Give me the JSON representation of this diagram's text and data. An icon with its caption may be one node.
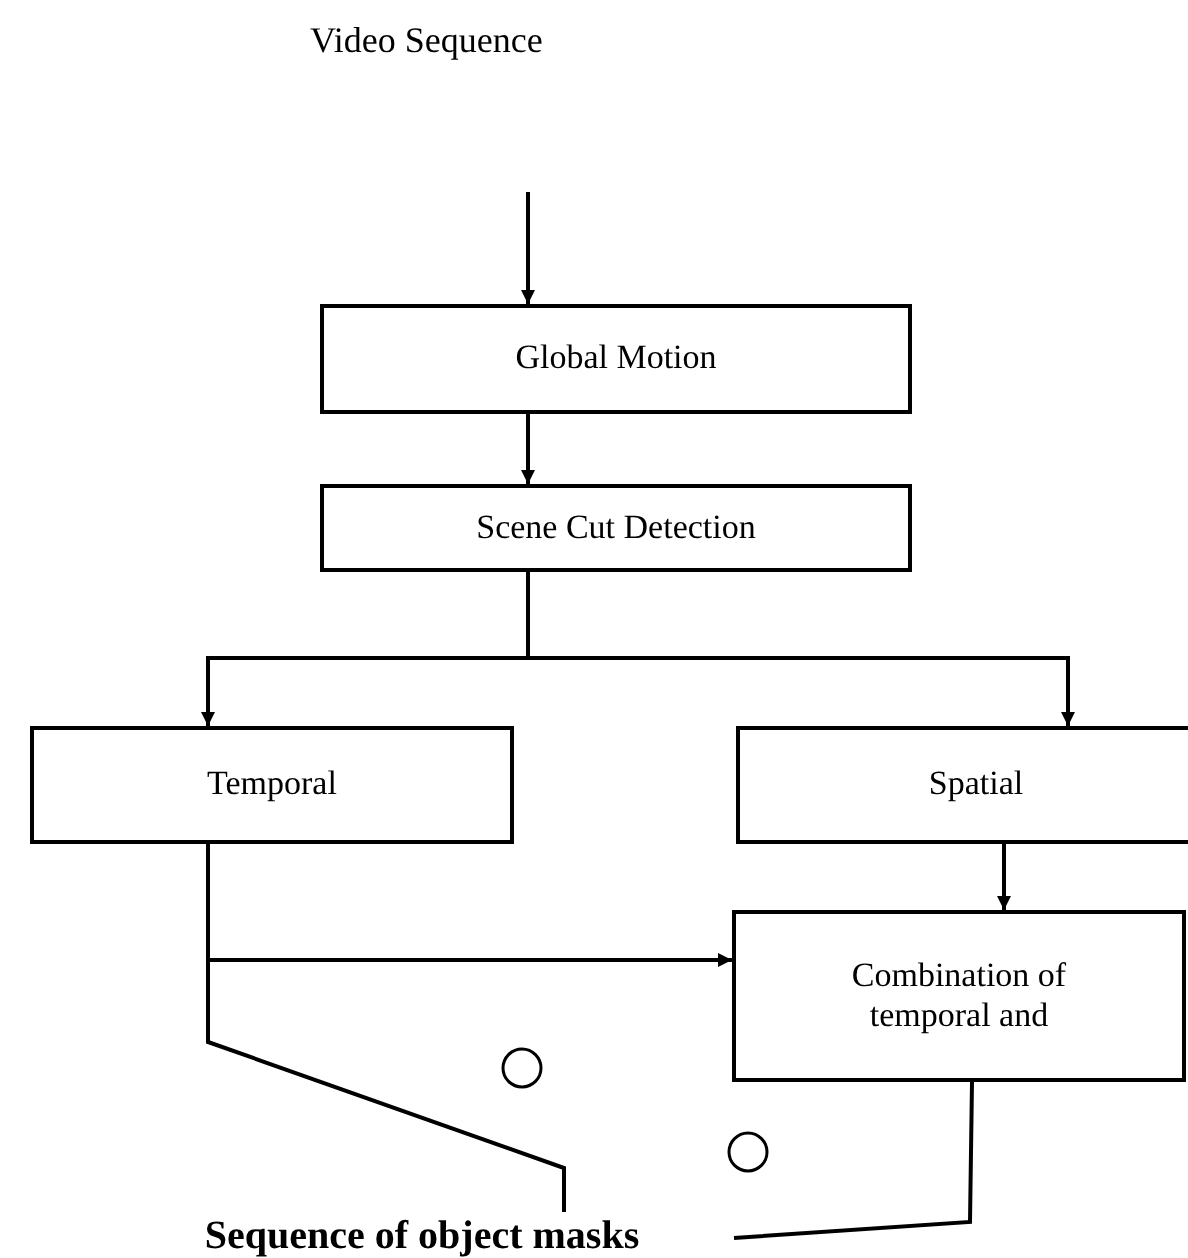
{
  "diagram": {
    "title": "Video Sequence",
    "nodes": [
      {
        "text": [
          "Global Motion"
        ]
      },
      {
        "text": [
          "Scene Cut Detection"
        ]
      },
      {
        "text": [
          "Temporal"
        ]
      },
      {
        "text": [
          "Spatial"
        ]
      },
      {
        "text": [
          "Combination of temporal and"
        ]
      },
      {
        "text": [
          "Sequence of object masks"
        ]
      }
    ],
    "edges": [
      {
        "from": null,
        "to": 0,
        "arrow": "to"
      },
      {
        "from": 0,
        "to": 1,
        "arrow": "to"
      },
      {
        "from": 1,
        "to": 2,
        "arrow": "to"
      },
      {
        "from": 1,
        "to": 3,
        "arrow": "to"
      },
      {
        "from": 3,
        "to": 4,
        "arrow": "to"
      },
      {
        "from": 2,
        "to": 4,
        "arrow": "to"
      },
      {
        "from": 2,
        "to": 5,
        "arrow": "none"
      },
      {
        "from": 4,
        "to": 5,
        "arrow": "none"
      }
    ]
  }
}
